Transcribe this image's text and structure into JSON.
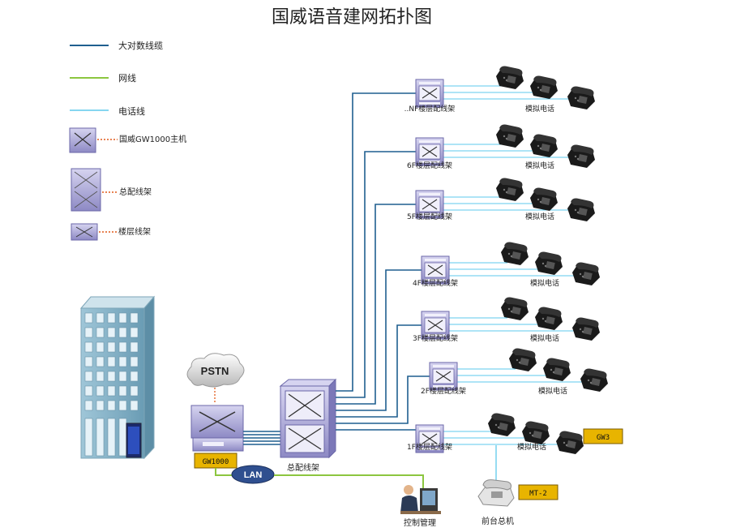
{
  "title": "国威语音建网拓扑图",
  "legend": {
    "trunk_cable": "大对数线缆",
    "network_cable": "网线",
    "phone_line": "电话线",
    "host": "国威GW1000主机",
    "main_frame": "总配线架",
    "floor_frame": "楼层线架"
  },
  "colors": {
    "trunk": "#1f5f8f",
    "network": "#8cc63f",
    "phone": "#5ec8ec",
    "device": "#a9a6d6",
    "tag": "#e8b400"
  },
  "floors": [
    {
      "frame_label": "..NF楼层配线架",
      "phone_label": "模拟电话"
    },
    {
      "frame_label": "6F楼层配线架",
      "phone_label": "模拟电话"
    },
    {
      "frame_label": "5F楼层配线架",
      "phone_label": "模拟电话"
    },
    {
      "frame_label": "4F楼层配线架",
      "phone_label": "模拟电话"
    },
    {
      "frame_label": "3F楼层配线架",
      "phone_label": "模拟电话"
    },
    {
      "frame_label": "2F楼层配线架",
      "phone_label": "模拟电话"
    },
    {
      "frame_label": "1F楼层配线架",
      "phone_label": "模拟电话"
    }
  ],
  "pstn": "PSTN",
  "gw_tag": "GW1000",
  "lan": "LAN",
  "main_frame_label": "总配线架",
  "gw3_tag": "GW3",
  "mt2_tag": "MT-2",
  "console_label": "前台总机",
  "admin_label": "控制管理"
}
